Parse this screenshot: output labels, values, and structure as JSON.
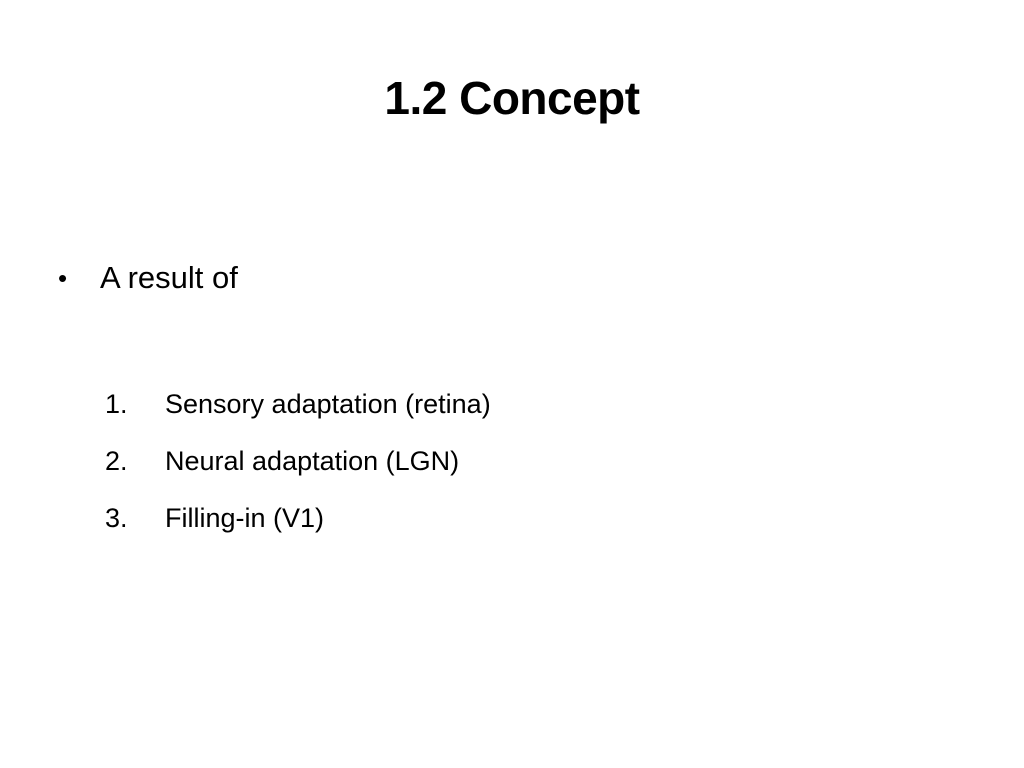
{
  "slide": {
    "title": "1.2 Concept",
    "bullet": {
      "symbol": "•",
      "text": "A result of"
    },
    "numbered_items": [
      {
        "number": "1.",
        "text": "Sensory adaptation (retina)"
      },
      {
        "number": "2.",
        "text": "Neural adaptation (LGN)"
      },
      {
        "number": "3.",
        "text": "Filling-in (V1)"
      }
    ]
  }
}
